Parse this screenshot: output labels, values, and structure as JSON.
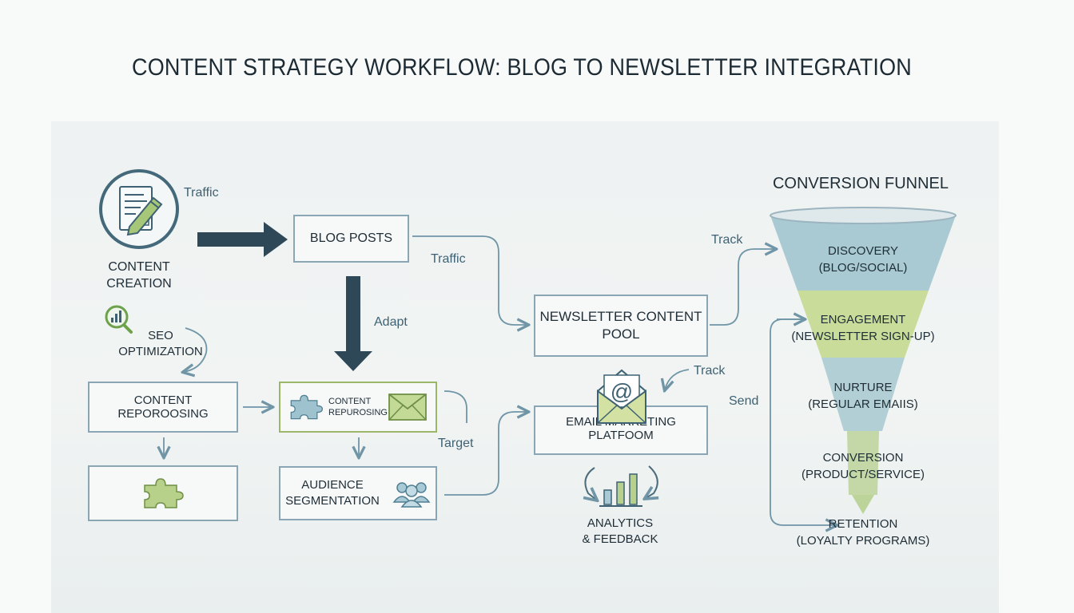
{
  "title": "CONTENT STRATEGY WORKFLOW: BLOG TO NEWSLETTER INTEGRATION",
  "nodes": {
    "content_creation": "CONTENT\nCREATION",
    "blog_posts": "BLOG POSTS",
    "seo": "SEO\nOPTIMIZATION",
    "content_repurposing_left": "CONTENT REPOROOSING",
    "content_repurposing_mid": "CONTENT\nREPUROSING",
    "audience_segmentation": "AUDIENCE\nSEGMENTATION",
    "newsletter_pool": "NEWSLETTER CONTENT\nPOOL",
    "email_platform": "EMAIL MARKETING PLATFOOM",
    "analytics": "ANALYTICS\n& FEEDBACK"
  },
  "edges": {
    "traffic_top": "Traffic",
    "traffic_mid": "Traffic",
    "adapt": "Adapt",
    "target": "Target",
    "track_top": "Track",
    "track_mid": "Track",
    "send": "Send"
  },
  "funnel": {
    "title": "CONVERSION FUNNEL",
    "stages": [
      {
        "name": "DISCOVERY",
        "sub": "(BLOG/SOCIAL)",
        "color": "#a9cad3"
      },
      {
        "name": "ENGAGEMENT",
        "sub": "(NEWSLETTER SIGN-UP)",
        "color": "#c9dc9a"
      },
      {
        "name": "NURTURE",
        "sub": "(REGULAR EMAIIS)",
        "color": "#b3cfd6"
      },
      {
        "name": "CONVERSION",
        "sub": "(PRODUCT/SERVICE)",
        "color": "#c3d8a6"
      },
      {
        "name": "RETENTION",
        "sub": "(LOYALTY PROGRAMS)",
        "color": "#bcd49a"
      }
    ]
  },
  "colors": {
    "dark_arrow": "#2f4858",
    "line": "#6f95a6",
    "green": "#8fb45a",
    "teal": "#3e6d80"
  },
  "icons": [
    "document-pencil-icon",
    "magnifier-chart-icon",
    "puzzle-icon",
    "envelope-icon",
    "people-icon",
    "email-at-icon",
    "analytics-chart-icon"
  ]
}
